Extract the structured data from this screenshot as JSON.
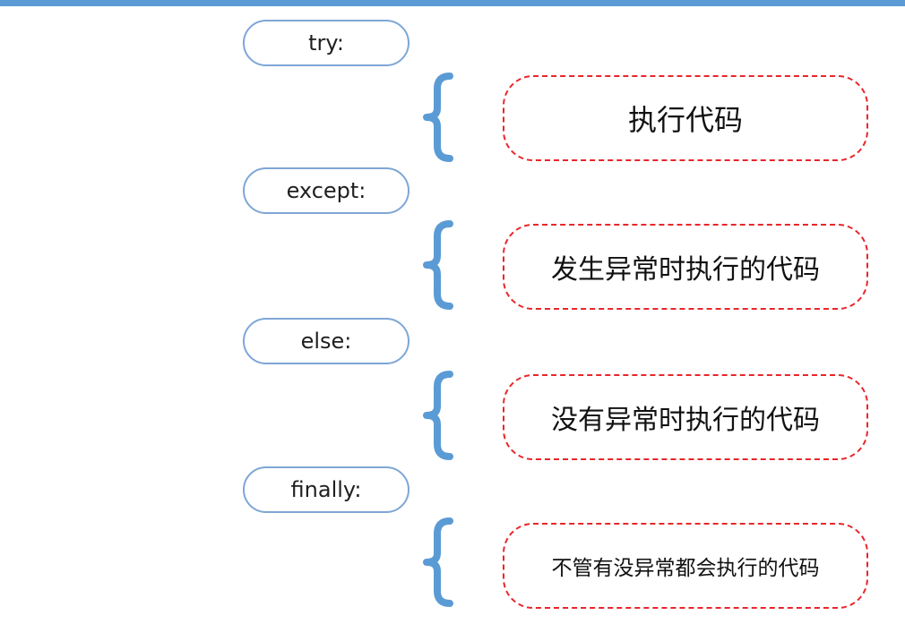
{
  "blocks": [
    {
      "keyword": "try:",
      "description": "执行代码"
    },
    {
      "keyword": "except:",
      "description": "发生异常时执行的代码"
    },
    {
      "keyword": "else:",
      "description": "没有异常时执行的代码"
    },
    {
      "keyword": "finally:",
      "description": "不管有没异常都会执行的代码"
    }
  ],
  "colors": {
    "top_bar": "#5b9bd5",
    "pill_border": "#7ea6d6",
    "brace": "#5b9bd5",
    "dashed_border": "#e8262b"
  }
}
